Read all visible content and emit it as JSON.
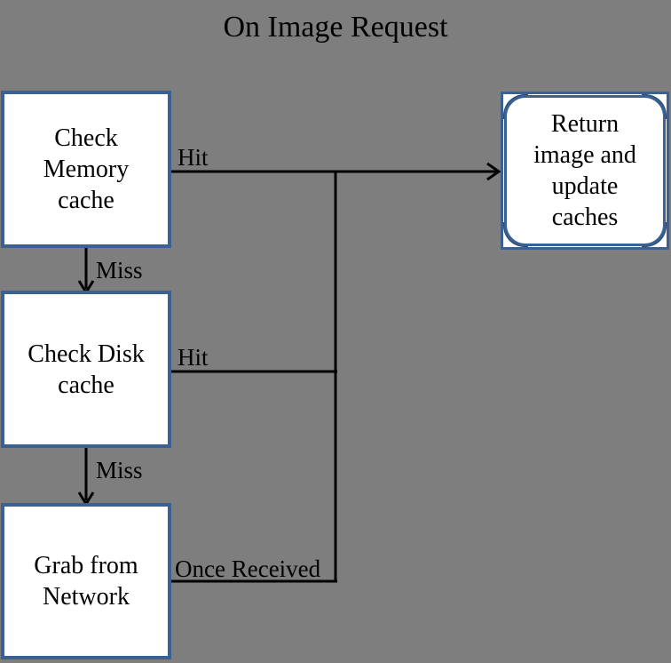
{
  "title": "On Image Request",
  "nodes": {
    "memory": {
      "name": "Check Memory cache",
      "lines": [
        "Check",
        "Memory",
        "cache"
      ]
    },
    "disk": {
      "name": "Check Disk cache",
      "lines": [
        "Check Disk",
        "cache"
      ]
    },
    "network": {
      "name": "Grab from Network",
      "lines": [
        "Grab from",
        "Network"
      ]
    },
    "result": {
      "name": "Return image and update caches",
      "lines": [
        "Return",
        "image and",
        "update",
        "caches"
      ]
    }
  },
  "edges": {
    "hit1": {
      "label": "Hit",
      "from": "Check Memory cache",
      "to": "Return image and update caches"
    },
    "miss1": {
      "label": "Miss",
      "from": "Check Memory cache",
      "to": "Check Disk cache"
    },
    "hit2": {
      "label": "Hit",
      "from": "Check Disk cache",
      "to": "Return image and update caches"
    },
    "miss2": {
      "label": "Miss",
      "from": "Check Disk cache",
      "to": "Grab from Network"
    },
    "once": {
      "label": "Once Received",
      "from": "Grab from Network",
      "to": "Return image and update caches"
    }
  },
  "colors": {
    "background": "#7E7E7E",
    "node_border": "#3A6191",
    "node_border_corner_accent": "#2C4D77",
    "node_fill": "#FFFFFF",
    "connector": "#000000",
    "text": "#000000"
  }
}
